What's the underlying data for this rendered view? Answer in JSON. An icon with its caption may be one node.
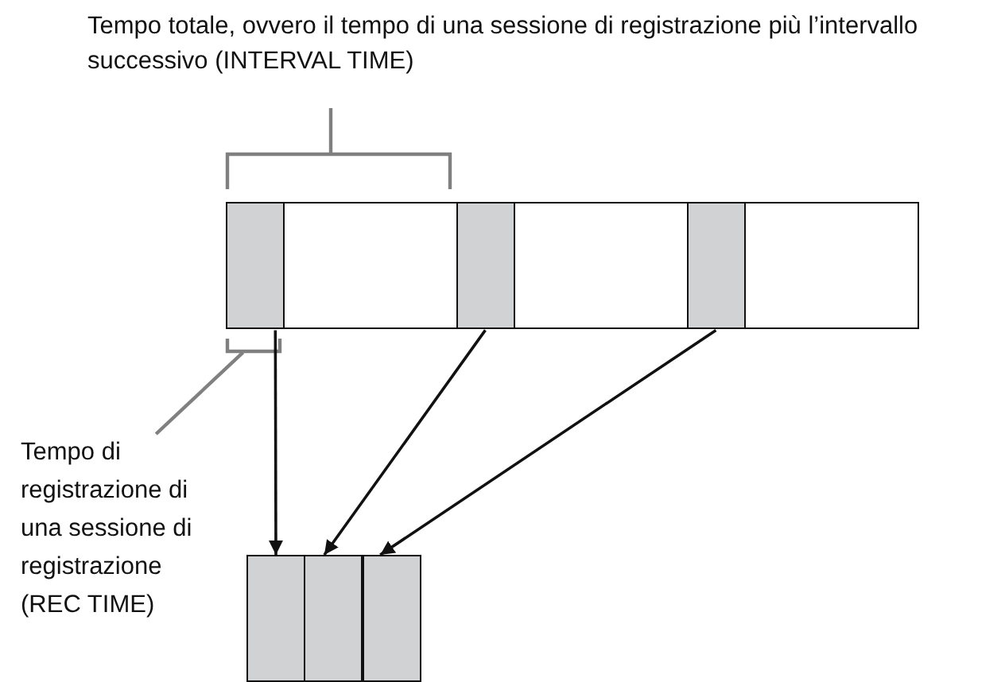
{
  "diagram": {
    "nodes": [
      {
        "text": [],
        "shape": "box"
      },
      {
        "text": [],
        "shape": "bar",
        "in": 0
      },
      {
        "text": [],
        "shape": "bar",
        "in": 0
      },
      {
        "text": [],
        "shape": "bar",
        "in": 0
      },
      {
        "text": [],
        "shape": "bar"
      },
      {
        "text": [],
        "shape": "bar"
      },
      {
        "text": [],
        "shape": "bar"
      },
      {
        "text": [
          "Tempo di registrazione di una sessione di registrazione (REC TIME)"
        ]
      }
    ],
    "edges": [
      {
        "from": 1,
        "to": 4,
        "arrow": "to"
      },
      {
        "from": 2,
        "to": 5,
        "arrow": "to"
      },
      {
        "from": 3,
        "to": 6,
        "arrow": "to"
      },
      {
        "from": 7,
        "to": 1,
        "arrow": "none",
        "color": "#808080"
      }
    ],
    "labels": [
      "Tempo totale, ovvero il tempo di una sessione di registrazione più l’intervallo successivo (INTERVAL TIME)"
    ]
  }
}
